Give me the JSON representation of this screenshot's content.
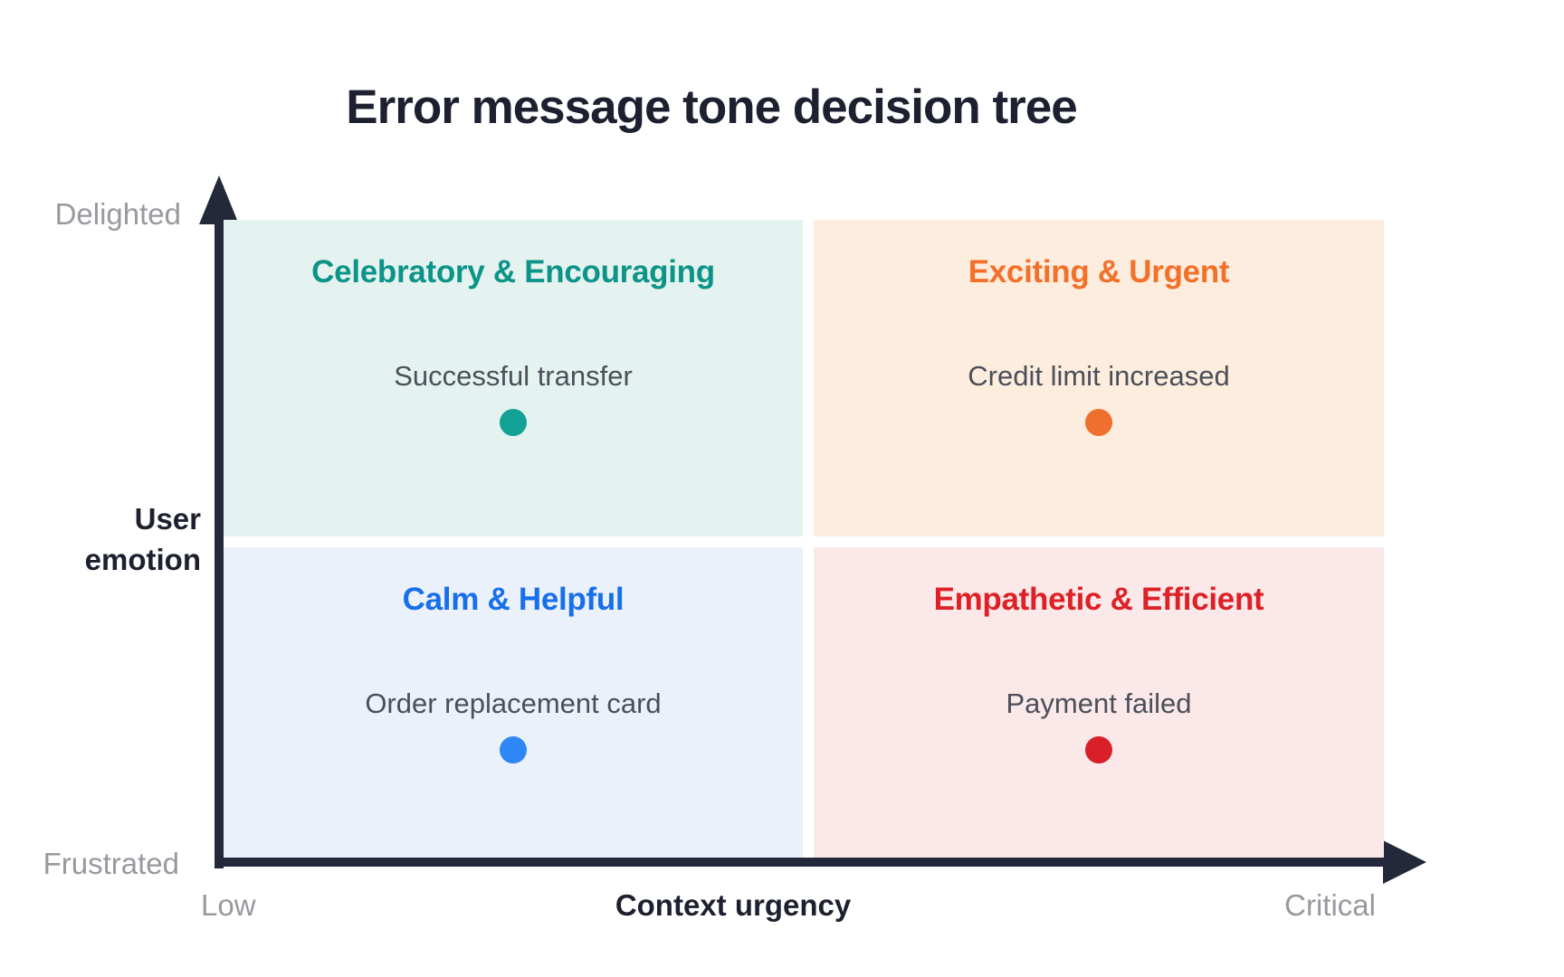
{
  "title": "Error message tone decision tree",
  "axes": {
    "y": {
      "label": "User\nemotion",
      "top_end": "Delighted",
      "bottom_end": "Frustrated"
    },
    "x": {
      "label": "Context urgency",
      "left_end": "Low",
      "right_end": "Critical"
    }
  },
  "quadrants": [
    {
      "position": "top-left",
      "tone": "Celebratory & Encouraging",
      "example": "Successful transfer",
      "accent_color": "#0d9488",
      "dot_color": "#14a195",
      "bg_color": "#e5f3f0"
    },
    {
      "position": "top-right",
      "tone": "Exciting & Urgent",
      "example": "Credit limit increased",
      "accent_color": "#f3702a",
      "dot_color": "#ef6f2e",
      "bg_color": "#fdedde"
    },
    {
      "position": "bottom-left",
      "tone": "Calm & Helpful",
      "example": "Order replacement card",
      "accent_color": "#176fea",
      "dot_color": "#2e87f5",
      "bg_color": "#eaf1fb"
    },
    {
      "position": "bottom-right",
      "tone": "Empathetic & Efficient",
      "example": "Payment failed",
      "accent_color": "#dd2127",
      "dot_color": "#d92029",
      "bg_color": "#fbe8e8"
    }
  ],
  "colors": {
    "axis": "#23283a",
    "title_text": "#1d202f",
    "muted_label": "#97999e",
    "example_text": "#4b4f59",
    "background": "#ffffff"
  },
  "chart_data": {
    "type": "scatter",
    "title": "Error message tone decision tree",
    "xlabel": "Context urgency",
    "ylabel": "User emotion",
    "x_range_labels": [
      "Low",
      "Critical"
    ],
    "y_range_labels": [
      "Frustrated",
      "Delighted"
    ],
    "grid": false,
    "legend": false,
    "quadrant_labels": {
      "top_left": "Celebratory & Encouraging",
      "top_right": "Exciting & Urgent",
      "bottom_left": "Calm & Helpful",
      "bottom_right": "Empathetic & Efficient"
    },
    "points": [
      {
        "label": "Successful transfer",
        "quadrant": "Celebratory & Encouraging",
        "x": 0.26,
        "y": 0.69,
        "color": "#14a195"
      },
      {
        "label": "Credit limit increased",
        "quadrant": "Exciting & Urgent",
        "x": 0.76,
        "y": 0.69,
        "color": "#ef6f2e"
      },
      {
        "label": "Order replacement card",
        "quadrant": "Calm & Helpful",
        "x": 0.26,
        "y": 0.18,
        "color": "#2e87f5"
      },
      {
        "label": "Payment failed",
        "quadrant": "Empathetic & Efficient",
        "x": 0.76,
        "y": 0.18,
        "color": "#d92029"
      }
    ]
  }
}
